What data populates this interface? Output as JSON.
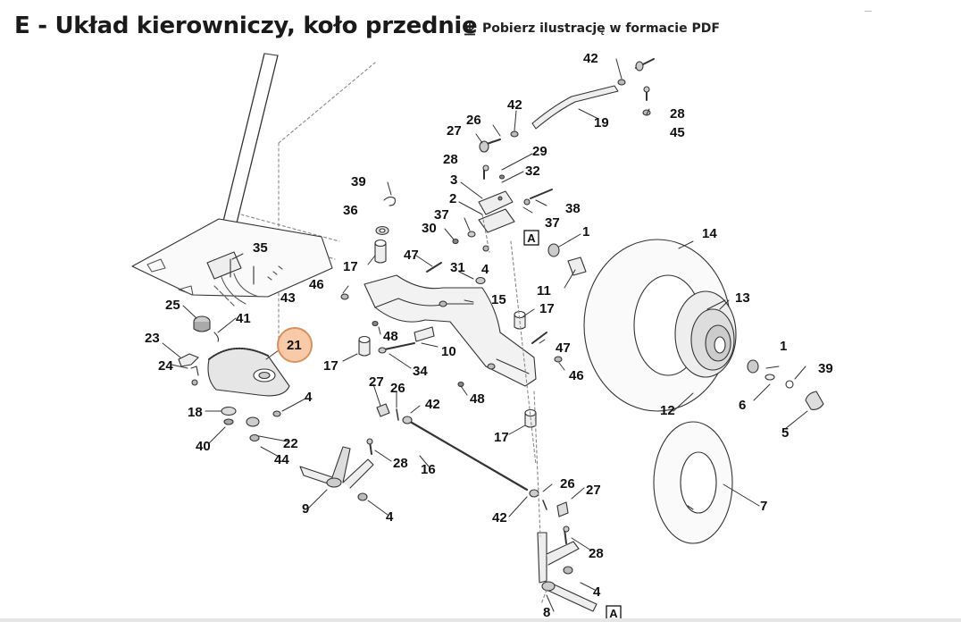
{
  "page": {
    "title": "E - Układ kierowniczy, koło przednie",
    "download_label": "Pobierz ilustrację w formacie PDF",
    "download_icon": "download-icon"
  },
  "diagram": {
    "highlighted_part": "21",
    "highlight_color": "#e8a070",
    "line_color": "#333333",
    "part_labels": [
      "42",
      "19",
      "28",
      "45",
      "26",
      "42",
      "27",
      "29",
      "28",
      "32",
      "3",
      "38",
      "39",
      "2",
      "37",
      "36",
      "37",
      "30",
      "14",
      "35",
      "17",
      "47",
      "31",
      "4",
      "1",
      "13",
      "11",
      "46",
      "15",
      "43",
      "25",
      "41",
      "17",
      "23",
      "21",
      "48",
      "47",
      "24",
      "17",
      "10",
      "34",
      "46",
      "1",
      "39",
      "27",
      "26",
      "42",
      "48",
      "4",
      "12",
      "6",
      "18",
      "22",
      "40",
      "44",
      "17",
      "5",
      "28",
      "16",
      "7",
      "9",
      "4",
      "26",
      "27",
      "42",
      "28",
      "4",
      "8"
    ],
    "reference_marks": [
      "A",
      "A"
    ]
  }
}
